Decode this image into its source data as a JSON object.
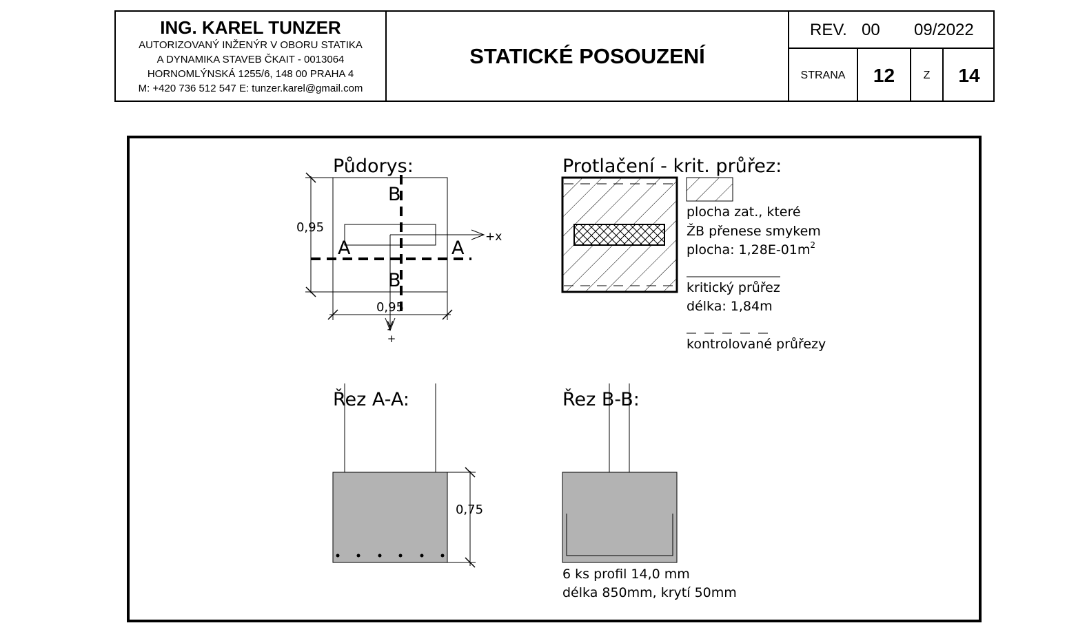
{
  "header": {
    "engineer_name": "ING. KAREL TUNZER",
    "line1": "AUTORIZOVANÝ INŽENÝR V OBORU STATIKA",
    "line2": "A DYNAMIKA STAVEB ČKAIT - 0013064",
    "line3": "HORNOMLÝNSKÁ 1255/6, 148 00 PRAHA 4",
    "line4": "M: +420 736 512 547 E: tunzer.karel@gmail.com",
    "document_title": "STATICKÉ POSOUZENÍ",
    "rev_label": "REV.",
    "rev_number": "00",
    "date": "09/2022",
    "page_label": "STRANA",
    "page_number": "12",
    "of_label": "Z",
    "page_total": "14"
  },
  "plan": {
    "title": "Půdorys:",
    "dim_vertical": "0,95",
    "dim_horizontal": "0,95",
    "section_a_left": "A",
    "section_a_right": "A",
    "section_b_top": "B",
    "section_b_bottom": "B",
    "axis_x": "+x",
    "axis_y": "y",
    "axis_y_sign": "+"
  },
  "punching": {
    "title": "Protlačení - krit. průřez:",
    "legend_hatch_line1": "plocha zat., které",
    "legend_hatch_line2": "ŽB přenese smykem",
    "legend_area_text": "plocha: 1,28E-01m",
    "legend_area_sup": "2",
    "legend_critical_line1": "kritický průřez",
    "legend_critical_line2": "délka: 1,84m",
    "legend_controlled": "kontrolované průřezy"
  },
  "section_aa": {
    "title": "Řez A-A:",
    "dim_height": "0,75"
  },
  "section_bb": {
    "title": "Řez B-B:",
    "rebar_line1": "6 ks profil 14,0 mm",
    "rebar_line2": "délka 850mm, krytí 50mm"
  },
  "colors": {
    "concrete_fill": "#b3b3b3",
    "line": "#000000"
  }
}
